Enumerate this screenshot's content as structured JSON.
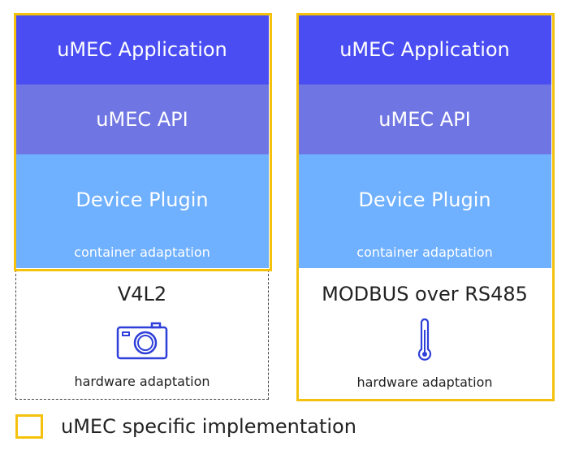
{
  "stacks": [
    {
      "app_layer": "uMEC Application",
      "api_layer": "uMEC API",
      "plugin_layer": "Device Plugin",
      "container_label": "container adaptation",
      "hardware_title": "V4L2",
      "hardware_icon": "camera-icon",
      "hardware_label": "hardware adaptation"
    },
    {
      "app_layer": "uMEC Application",
      "api_layer": "uMEC API",
      "plugin_layer": "Device Plugin",
      "container_label": "container adaptation",
      "hardware_title": "MODBUS over RS485",
      "hardware_icon": "thermometer-icon",
      "hardware_label": "hardware adaptation"
    }
  ],
  "legend": {
    "label": "uMEC specific implementation",
    "color": "#f4c20d"
  },
  "colors": {
    "app_layer": "#4a4df2",
    "api_layer": "#6f75e2",
    "plugin_layer": "#6fb0ff",
    "highlight": "#f4c20d",
    "icon": "#2f3fd9"
  }
}
